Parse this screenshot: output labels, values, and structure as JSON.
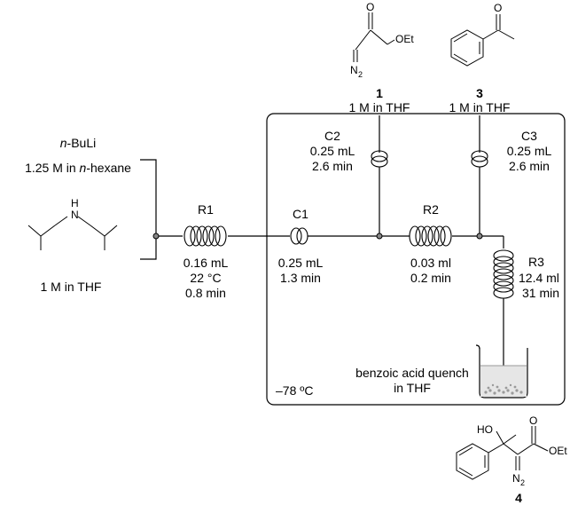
{
  "compounds": {
    "c1": {
      "number": "1",
      "conc": "1 M in THF",
      "atom_O": "O",
      "atom_OEt": "OEt",
      "atom_N2": "N",
      "atom_N2_sub": "2"
    },
    "c3": {
      "number": "3",
      "conc": "1 M in THF",
      "atom_O": "O"
    },
    "c4": {
      "number": "4",
      "atom_HO": "HO",
      "atom_O": "O",
      "atom_OEt": "OEt",
      "atom_N2": "N",
      "atom_N2_sub": "2"
    }
  },
  "reagents": {
    "base": {
      "name_prefix": "n",
      "name_suffix": "-BuLi",
      "conc_prefix": "1.25 M in ",
      "conc_italic": "n",
      "conc_suffix": "-hexane"
    },
    "amine": {
      "atom_NH": "H",
      "atom_N": "N",
      "conc": "1 M in THF"
    }
  },
  "reactors": {
    "r1": {
      "label": "R1",
      "volume": "0.16 mL",
      "temp": "22 °C",
      "time": "0.8 min"
    },
    "c1": {
      "label": "C1",
      "volume": "0.25 mL",
      "time": "1.3 min"
    },
    "c2": {
      "label": "C2",
      "volume": "0.25 mL",
      "time": "2.6 min"
    },
    "r2": {
      "label": "R2",
      "volume": "0.03 ml",
      "time": "0.2 min"
    },
    "c3": {
      "label": "C3",
      "volume": "0.25 mL",
      "time": "2.6 min"
    },
    "r3": {
      "label": "R3",
      "volume": "12.4 ml",
      "time": "31 min"
    }
  },
  "bath": {
    "temperature": "–78 ºC"
  },
  "quench": {
    "line1": "benzoic acid quench",
    "line2": "in THF"
  }
}
